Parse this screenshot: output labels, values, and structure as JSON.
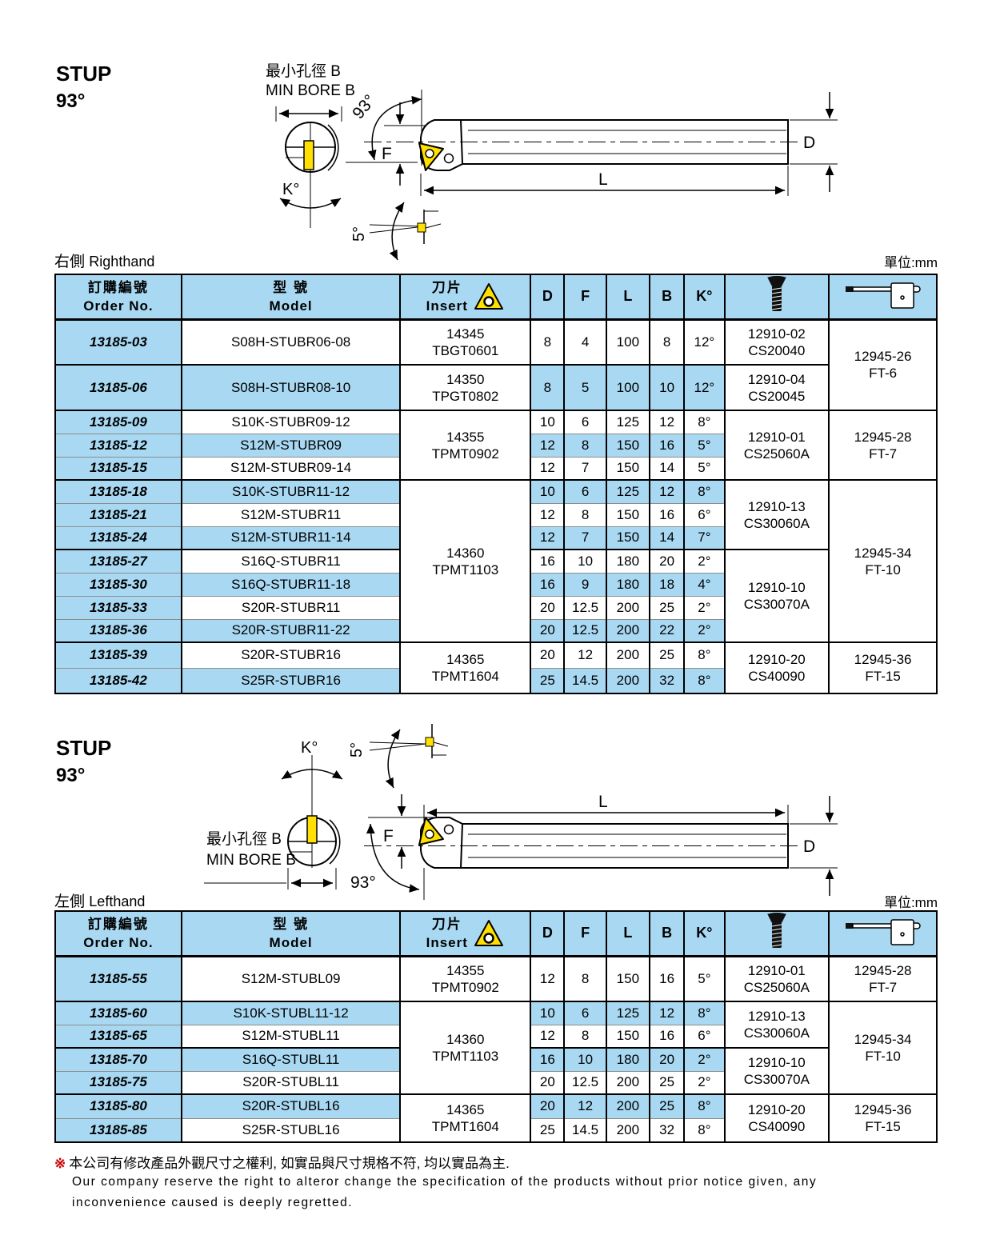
{
  "colors": {
    "band_blue": "#A8D8F2",
    "insert_yellow": "#FFE000",
    "note_red": "#CC0000",
    "border": "#000000"
  },
  "icons": {
    "insert": "triangular-insert-icon",
    "screw": "clamp-screw-icon",
    "wrench": "torx-key-icon"
  },
  "sections": {
    "right": {
      "title": "STUP",
      "angle": "93°",
      "side_zh": "右側",
      "side_en": "Righthand",
      "unit": "單位:mm"
    },
    "left": {
      "title": "STUP",
      "angle": "93°",
      "side_zh": "左側",
      "side_en": "Lefthand",
      "unit": "單位:mm"
    }
  },
  "diagram": {
    "min_bore_zh": "最小孔徑 B",
    "min_bore_en": "MIN BORE B",
    "k": "K°",
    "five": "5°",
    "angle93": "93°",
    "f": "F",
    "l": "L",
    "d": "D"
  },
  "header": {
    "order_zh": "訂購編號",
    "order_en": "Order No.",
    "model_zh": "型 號",
    "model_en": "Model",
    "insert_zh": "刀片",
    "insert_en": "Insert",
    "d": "D",
    "f": "F",
    "l": "L",
    "b": "B",
    "k": "K°"
  },
  "t1": {
    "rows": [
      {
        "order": "13185-03",
        "model": "S08H-STUBR06-08",
        "d": "8",
        "f": "4",
        "l": "100",
        "b": "8",
        "k": "12°"
      },
      {
        "order": "13185-06",
        "model": "S08H-STUBR08-10",
        "d": "8",
        "f": "5",
        "l": "100",
        "b": "10",
        "k": "12°"
      },
      {
        "order": "13185-09",
        "model": "S10K-STUBR09-12",
        "d": "10",
        "f": "6",
        "l": "125",
        "b": "12",
        "k": "8°"
      },
      {
        "order": "13185-12",
        "model": "S12M-STUBR09",
        "d": "12",
        "f": "8",
        "l": "150",
        "b": "16",
        "k": "5°"
      },
      {
        "order": "13185-15",
        "model": "S12M-STUBR09-14",
        "d": "12",
        "f": "7",
        "l": "150",
        "b": "14",
        "k": "5°"
      },
      {
        "order": "13185-18",
        "model": "S10K-STUBR11-12",
        "d": "10",
        "f": "6",
        "l": "125",
        "b": "12",
        "k": "8°"
      },
      {
        "order": "13185-21",
        "model": "S12M-STUBR11",
        "d": "12",
        "f": "8",
        "l": "150",
        "b": "16",
        "k": "6°"
      },
      {
        "order": "13185-24",
        "model": "S12M-STUBR11-14",
        "d": "12",
        "f": "7",
        "l": "150",
        "b": "14",
        "k": "7°"
      },
      {
        "order": "13185-27",
        "model": "S16Q-STUBR11",
        "d": "16",
        "f": "10",
        "l": "180",
        "b": "20",
        "k": "2°"
      },
      {
        "order": "13185-30",
        "model": "S16Q-STUBR11-18",
        "d": "16",
        "f": "9",
        "l": "180",
        "b": "18",
        "k": "4°"
      },
      {
        "order": "13185-33",
        "model": "S20R-STUBR11",
        "d": "20",
        "f": "12.5",
        "l": "200",
        "b": "25",
        "k": "2°"
      },
      {
        "order": "13185-36",
        "model": "S20R-STUBR11-22",
        "d": "20",
        "f": "12.5",
        "l": "200",
        "b": "22",
        "k": "2°"
      },
      {
        "order": "13185-39",
        "model": "S20R-STUBR16",
        "d": "20",
        "f": "12",
        "l": "200",
        "b": "25",
        "k": "8°"
      },
      {
        "order": "13185-42",
        "model": "S25R-STUBR16",
        "d": "25",
        "f": "14.5",
        "l": "200",
        "b": "32",
        "k": "8°"
      }
    ],
    "inserts": [
      {
        "code": "14345",
        "type": "TBGT0601"
      },
      {
        "code": "14350",
        "type": "TPGT0802"
      },
      {
        "code": "14355",
        "type": "TPMT0902"
      },
      {
        "code": "14360",
        "type": "TPMT1103"
      },
      {
        "code": "14365",
        "type": "TPMT1604"
      }
    ],
    "screws": [
      {
        "code": "12910-02",
        "type": "CS20040"
      },
      {
        "code": "12910-04",
        "type": "CS20045"
      },
      {
        "code": "12910-01",
        "type": "CS25060A"
      },
      {
        "code": "12910-13",
        "type": "CS30060A"
      },
      {
        "code": "12910-10",
        "type": "CS30070A"
      },
      {
        "code": "12910-20",
        "type": "CS40090"
      }
    ],
    "wrenches": [
      {
        "code": "12945-26",
        "type": "FT-6"
      },
      {
        "code": "12945-28",
        "type": "FT-7"
      },
      {
        "code": "12945-34",
        "type": "FT-10"
      },
      {
        "code": "12945-36",
        "type": "FT-15"
      }
    ]
  },
  "t2": {
    "rows": [
      {
        "order": "13185-55",
        "model": "S12M-STUBL09",
        "d": "12",
        "f": "8",
        "l": "150",
        "b": "16",
        "k": "5°"
      },
      {
        "order": "13185-60",
        "model": "S10K-STUBL11-12",
        "d": "10",
        "f": "6",
        "l": "125",
        "b": "12",
        "k": "8°"
      },
      {
        "order": "13185-65",
        "model": "S12M-STUBL11",
        "d": "12",
        "f": "8",
        "l": "150",
        "b": "16",
        "k": "6°"
      },
      {
        "order": "13185-70",
        "model": "S16Q-STUBL11",
        "d": "16",
        "f": "10",
        "l": "180",
        "b": "20",
        "k": "2°"
      },
      {
        "order": "13185-75",
        "model": "S20R-STUBL11",
        "d": "20",
        "f": "12.5",
        "l": "200",
        "b": "25",
        "k": "2°"
      },
      {
        "order": "13185-80",
        "model": "S20R-STUBL16",
        "d": "20",
        "f": "12",
        "l": "200",
        "b": "25",
        "k": "8°"
      },
      {
        "order": "13185-85",
        "model": "S25R-STUBL16",
        "d": "25",
        "f": "14.5",
        "l": "200",
        "b": "32",
        "k": "8°"
      }
    ],
    "inserts": [
      {
        "code": "14355",
        "type": "TPMT0902"
      },
      {
        "code": "14360",
        "type": "TPMT1103"
      },
      {
        "code": "14365",
        "type": "TPMT1604"
      }
    ],
    "screws": [
      {
        "code": "12910-01",
        "type": "CS25060A"
      },
      {
        "code": "12910-13",
        "type": "CS30060A"
      },
      {
        "code": "12910-10",
        "type": "CS30070A"
      },
      {
        "code": "12910-20",
        "type": "CS40090"
      }
    ],
    "wrenches": [
      {
        "code": "12945-28",
        "type": "FT-7"
      },
      {
        "code": "12945-34",
        "type": "FT-10"
      },
      {
        "code": "12945-36",
        "type": "FT-15"
      }
    ]
  },
  "footnote": {
    "mark": "※",
    "zh": "本公司有修改產品外觀尺寸之權利, 如實品與尺寸規格不符, 均以實品為主.",
    "en1": "Our company reserve the right to alteror change the specification of the products without prior notice given, any",
    "en2": "inconvenience caused is deeply regretted."
  }
}
